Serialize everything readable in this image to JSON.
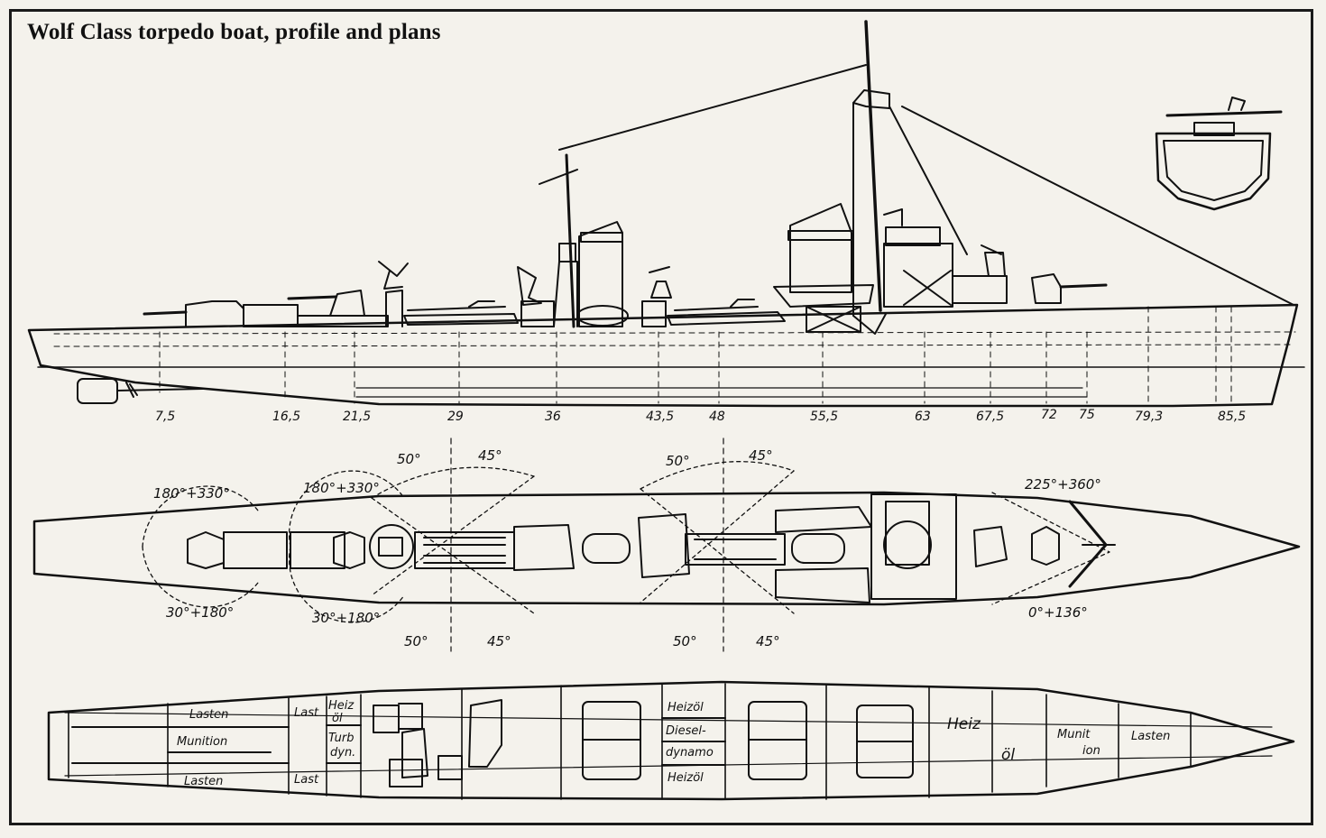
{
  "title": "Wolf Class torpedo boat, profile and plans",
  "frame_numbers": [
    "7,5",
    "16,5",
    "21,5",
    "29",
    "36",
    "43,5",
    "48",
    "55,5",
    "63",
    "67,5",
    "72",
    "75",
    "79,3",
    "85,5"
  ],
  "arc_labels": {
    "a1": "180°+330°",
    "a2": "30°+180°",
    "a3": "180°+330°",
    "a4": "30°+180°",
    "a5": "50°",
    "a6": "45°",
    "a7": "50°",
    "a8": "45°",
    "a9": "50°",
    "a10": "45°",
    "a11": "50°",
    "a12": "45°",
    "a13": "225°+360°",
    "a14": "0°+136°"
  },
  "compartments": {
    "lasten_top": "Lasten",
    "munition_fwd": "Munition",
    "lasten_bot": "Lasten",
    "last_top": "Last",
    "last_bot": "Last",
    "heiz_oel": "Heiz",
    "heiz_oel2": "öl",
    "turb": "Turb",
    "dyn": "dyn.",
    "heizoel_top": "Heizöl",
    "diesel": "Diesel-",
    "dynamo": "dynamo",
    "heizoel_bot": "Heizöl",
    "heiz_aft": "Heiz",
    "oel_aft": "öl",
    "munit": "Munit",
    "ion": "ion",
    "lasten_aft": "Lasten"
  }
}
